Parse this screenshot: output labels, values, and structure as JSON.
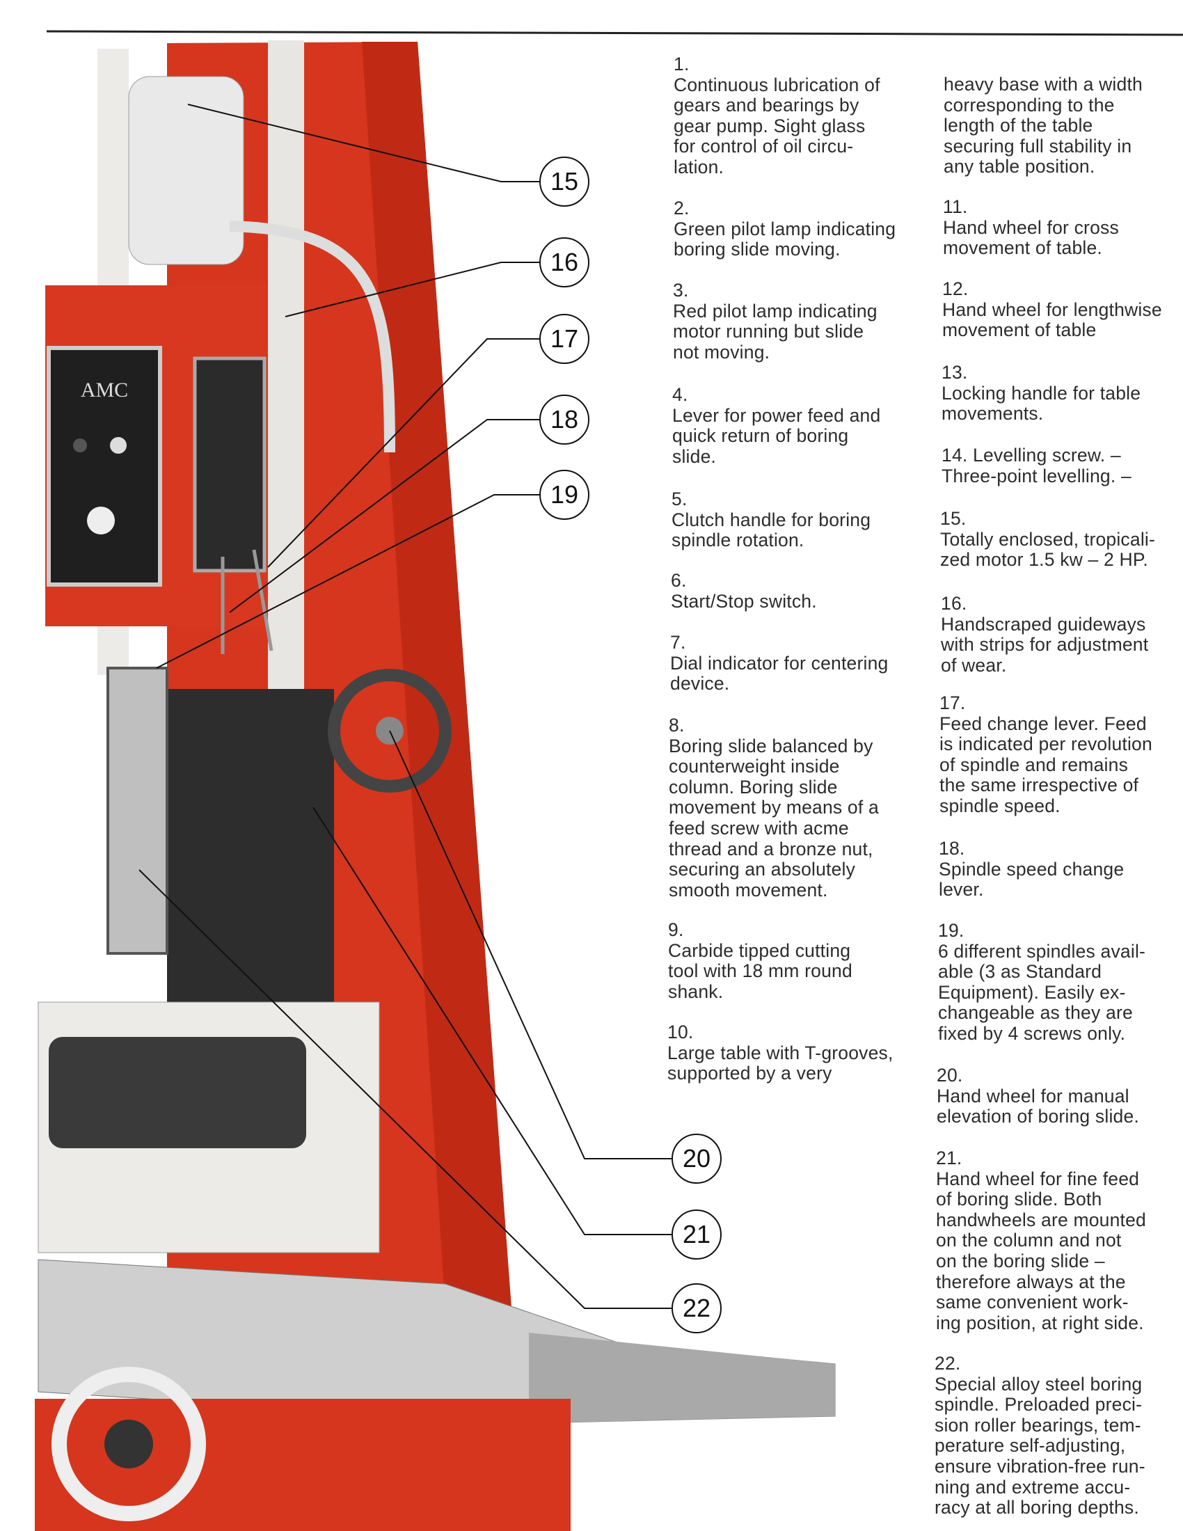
{
  "items": [
    {
      "num": "1.",
      "text": "Continuous lubrication of\ngears and bearings by\ngear pump. Sight glass\nfor control of oil circu-\nlation."
    },
    {
      "num": "2.",
      "text": "Green pilot lamp indicating\nboring slide moving."
    },
    {
      "num": "3.",
      "text": "Red pilot lamp indicating\nmotor running but slide\nnot moving."
    },
    {
      "num": "4.",
      "text": "Lever for power feed and\nquick return of boring\nslide."
    },
    {
      "num": "5.",
      "text": "Clutch handle for boring\nspindle rotation."
    },
    {
      "num": "6.",
      "text": "Start/Stop switch."
    },
    {
      "num": "7.",
      "text": "Dial indicator for centering\ndevice."
    },
    {
      "num": "8.",
      "text": "Boring slide balanced by\ncounterweight inside\ncolumn. Boring slide\nmovement by means of a\nfeed screw with acme\nthread and a bronze nut,\nsecuring an absolutely\nsmooth movement."
    },
    {
      "num": "9.",
      "text": "Carbide tipped cutting\ntool with 18 mm round\nshank."
    },
    {
      "num": "10.",
      "text": "Large table with T-grooves,\nsupported by a very"
    },
    {
      "num": "",
      "text": "heavy base with a width\ncorresponding to the\nlength of the table\nsecuring full stability in\nany table position."
    },
    {
      "num": "11.",
      "text": "Hand wheel for cross\nmovement of table."
    },
    {
      "num": "12.",
      "text": "Hand wheel for lengthwise\nmovement of table"
    },
    {
      "num": "13.",
      "text": "Locking handle for table\nmovements."
    },
    {
      "num": "",
      "text": "14. Levelling screw. –\nThree-point levelling. –"
    },
    {
      "num": "15.",
      "text": "Totally enclosed, tropicali-\nzed motor 1.5 kw – 2 HP."
    },
    {
      "num": "16.",
      "text": "Handscraped guideways\nwith strips for adjustment\nof wear."
    },
    {
      "num": "17.",
      "text": "Feed change lever. Feed\nis indicated per revolution\nof spindle and remains\nthe same irrespective of\nspindle speed."
    },
    {
      "num": "18.",
      "text": "Spindle speed change\nlever."
    },
    {
      "num": "19.",
      "text": "6 different spindles avail-\nable (3 as Standard\nEquipment). Easily ex-\nchangeable as they are\nfixed by 4 screws only."
    },
    {
      "num": "20.",
      "text": "Hand wheel for manual\nelevation of boring slide."
    },
    {
      "num": "21.",
      "text": "Hand wheel for fine feed\nof boring slide. Both\nhandwheels are mounted\non the column and not\non the boring slide –\ntherefore always at the\nsame convenient work-\ning position, at right side."
    },
    {
      "num": "22.",
      "text": "Special alloy steel boring\nspindle. Preloaded preci-\nsion roller bearings, tem-\nperature self-adjusting,\nensure vibration-free run-\nning and extreme accu-\nracy at all boring depths."
    }
  ],
  "callouts": [
    "15",
    "16",
    "17",
    "18",
    "19",
    "20",
    "21",
    "22"
  ],
  "logo_text": "AMC",
  "colors": {
    "machine_red": "#d6361d",
    "steel": "#c9c9c9",
    "dark": "#2a2a2a"
  }
}
